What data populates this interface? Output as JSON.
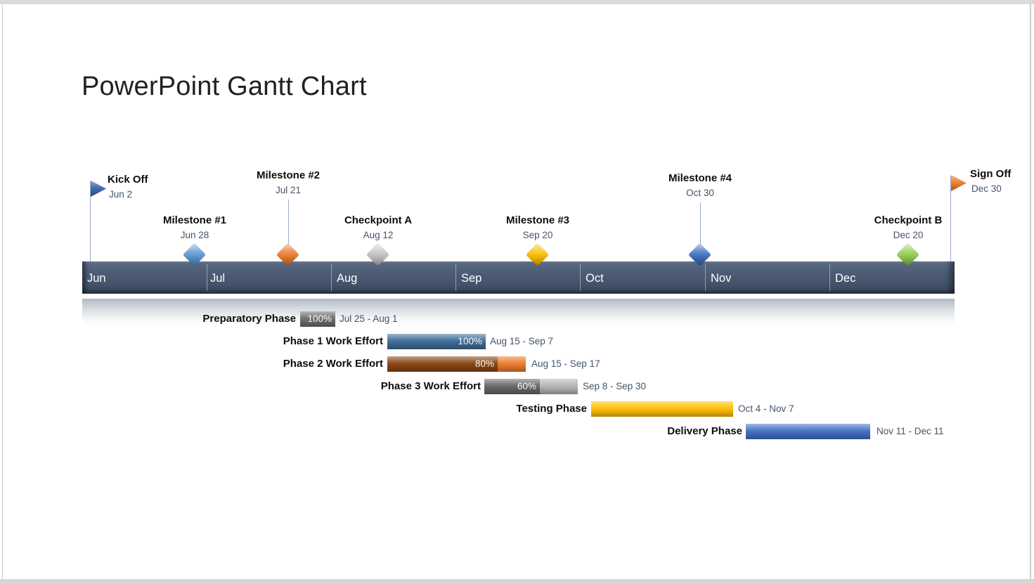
{
  "page_title": "PowerPoint Gantt Chart",
  "timeline": {
    "months": [
      "Jun",
      "Jul",
      "Aug",
      "Sep",
      "Oct",
      "Nov",
      "Dec"
    ]
  },
  "colors": {
    "timeline_bar": "#45546C",
    "month_text": "#FFFFFF",
    "milestone_title_text": "#0D0D0D",
    "date_text": "#44546A",
    "connector_line": "#98A9C6"
  },
  "chart_data": {
    "type": "bar",
    "subtype": "gantt_timeline",
    "title": "PowerPoint Gantt Chart",
    "x_axis": {
      "unit": "month",
      "ticks": [
        "Jun",
        "Jul",
        "Aug",
        "Sep",
        "Oct",
        "Nov",
        "Dec"
      ]
    },
    "legend": "none",
    "grid": "off",
    "milestones": [
      {
        "label": "Kick Off",
        "date": "Jun 2",
        "marker": "flag",
        "color": "#3A66B0"
      },
      {
        "label": "Milestone #1",
        "date": "Jun 28",
        "marker": "diamond",
        "color": "#5B9BD5"
      },
      {
        "label": "Milestone #2",
        "date": "Jul 21",
        "marker": "diamond",
        "color": "#ED7D31"
      },
      {
        "label": "Checkpoint A",
        "date": "Aug 12",
        "marker": "diamond",
        "color": "#C6C6C6"
      },
      {
        "label": "Milestone #3",
        "date": "Sep 20",
        "marker": "diamond",
        "color": "#FFC000"
      },
      {
        "label": "Milestone #4",
        "date": "Oct 30",
        "marker": "diamond",
        "color": "#4472C4"
      },
      {
        "label": "Checkpoint B",
        "date": "Dec 20",
        "marker": "diamond",
        "color": "#92D050"
      },
      {
        "label": "Sign Off",
        "date": "Dec 30",
        "marker": "flag",
        "color": "#ED7D31"
      }
    ],
    "tasks": [
      {
        "label": "Preparatory Phase",
        "start": "Jul 25",
        "end": "Aug 1",
        "date_range": "Jul 25 - Aug 1",
        "percent_complete": 100,
        "percent_label": "100%",
        "color_done": "#6e6e6e",
        "color_rest": "#6e6e6e"
      },
      {
        "label": "Phase 1 Work Effort",
        "start": "Aug 15",
        "end": "Sep 7",
        "date_range": "Aug 15 - Sep 7",
        "percent_complete": 100,
        "percent_label": "100%",
        "color_done": "#3f6d99",
        "color_rest": "#3f6d99"
      },
      {
        "label": "Phase 2 Work Effort",
        "start": "Aug 15",
        "end": "Sep 17",
        "date_range": "Aug 15 - Sep 17",
        "percent_complete": 80,
        "percent_label": "80%",
        "color_done": "#8a4613",
        "color_rest": "#ED7D31"
      },
      {
        "label": "Phase 3 Work Effort",
        "start": "Sep 8",
        "end": "Sep 30",
        "date_range": "Sep 8 - Sep 30",
        "percent_complete": 60,
        "percent_label": "60%",
        "color_done": "#686868",
        "color_rest": "#b5b5b5"
      },
      {
        "label": "Testing Phase",
        "start": "Oct 4",
        "end": "Nov 7",
        "date_range": "Oct 4 - Nov 7",
        "percent_complete": null,
        "percent_label": "",
        "color_done": "#FFC000",
        "color_rest": "#FFC000"
      },
      {
        "label": "Delivery Phase",
        "start": "Nov 11",
        "end": "Dec 11",
        "date_range": "Nov 11 - Dec 11",
        "percent_complete": null,
        "percent_label": "",
        "color_done": "#4472C4",
        "color_rest": "#4472C4"
      }
    ]
  }
}
